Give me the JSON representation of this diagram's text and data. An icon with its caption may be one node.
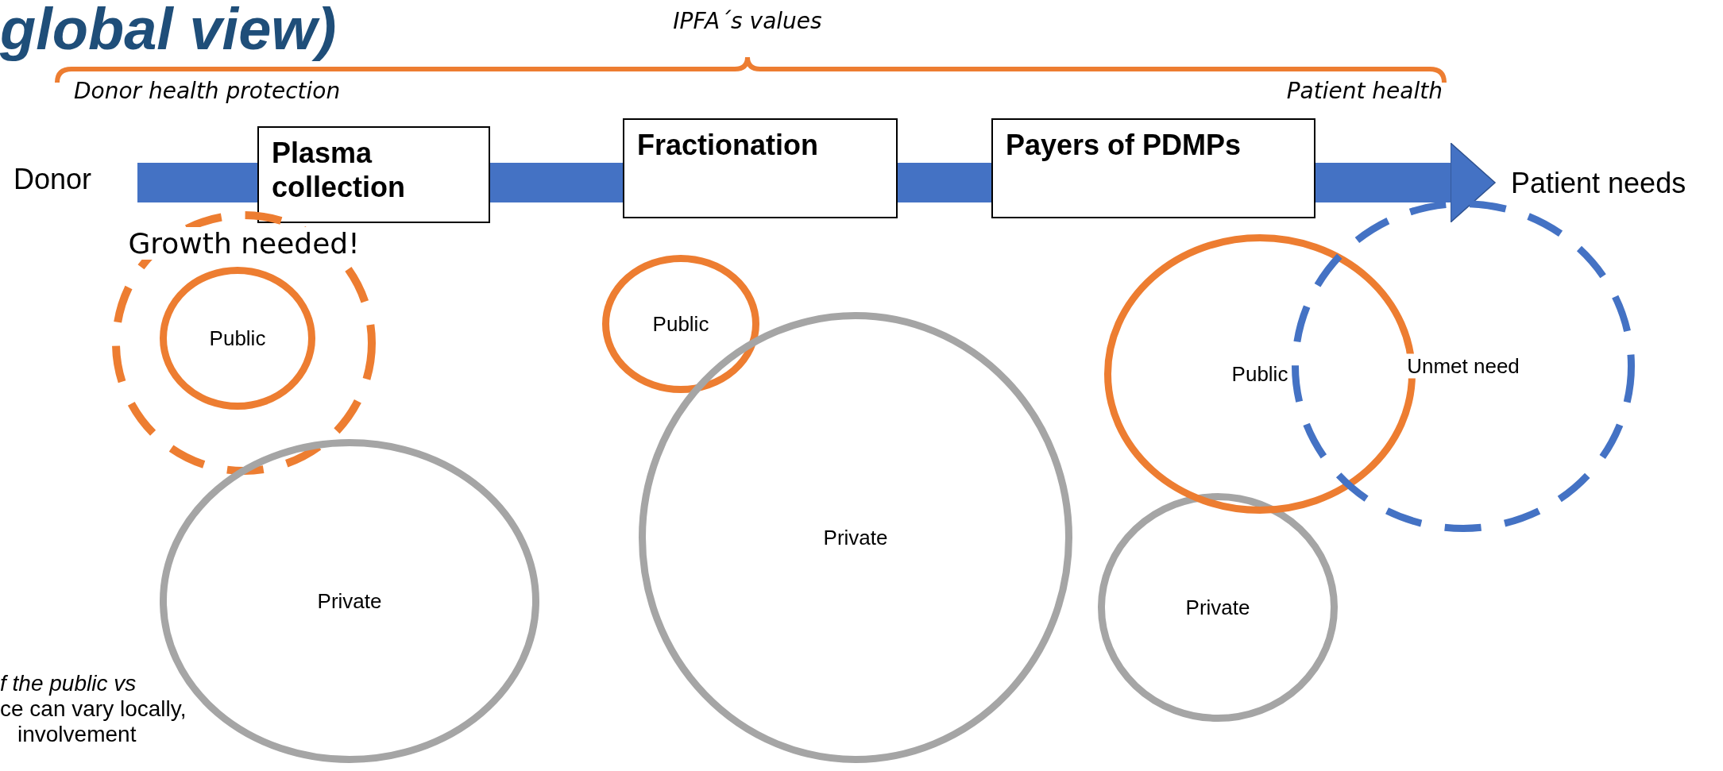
{
  "diagram": {
    "title": "global view)",
    "nodes": [
      {
        "text": [
          "Donor"
        ]
      },
      {
        "text": [
          "Plasma collection"
        ]
      },
      {
        "text": [
          "Fractionation"
        ]
      },
      {
        "text": [
          "Payers of PDMPs"
        ]
      },
      {
        "text": [
          "Patient needs"
        ]
      },
      {
        "text": [
          "Growth needed!"
        ]
      },
      {
        "text": [
          "Public"
        ],
        "in": 5
      },
      {
        "text": [
          "Public"
        ]
      },
      {
        "text": [
          "Public"
        ]
      },
      {
        "text": [
          "Unmet need"
        ]
      },
      {
        "text": [
          "Private"
        ]
      },
      {
        "text": [
          "Private"
        ]
      },
      {
        "text": [
          "Private"
        ]
      }
    ],
    "edges": [
      {
        "from": 0,
        "to": 1,
        "arrow": "none"
      },
      {
        "from": 1,
        "to": 2,
        "arrow": "none"
      },
      {
        "from": 2,
        "to": 3,
        "arrow": "none"
      },
      {
        "from": 3,
        "to": 4,
        "arrow": "to"
      }
    ],
    "labels": [
      "IPFA´s values",
      "Donor health protection",
      "Patient health",
      "*f the public vs*",
      "ce can vary locally,",
      "involvement"
    ]
  }
}
